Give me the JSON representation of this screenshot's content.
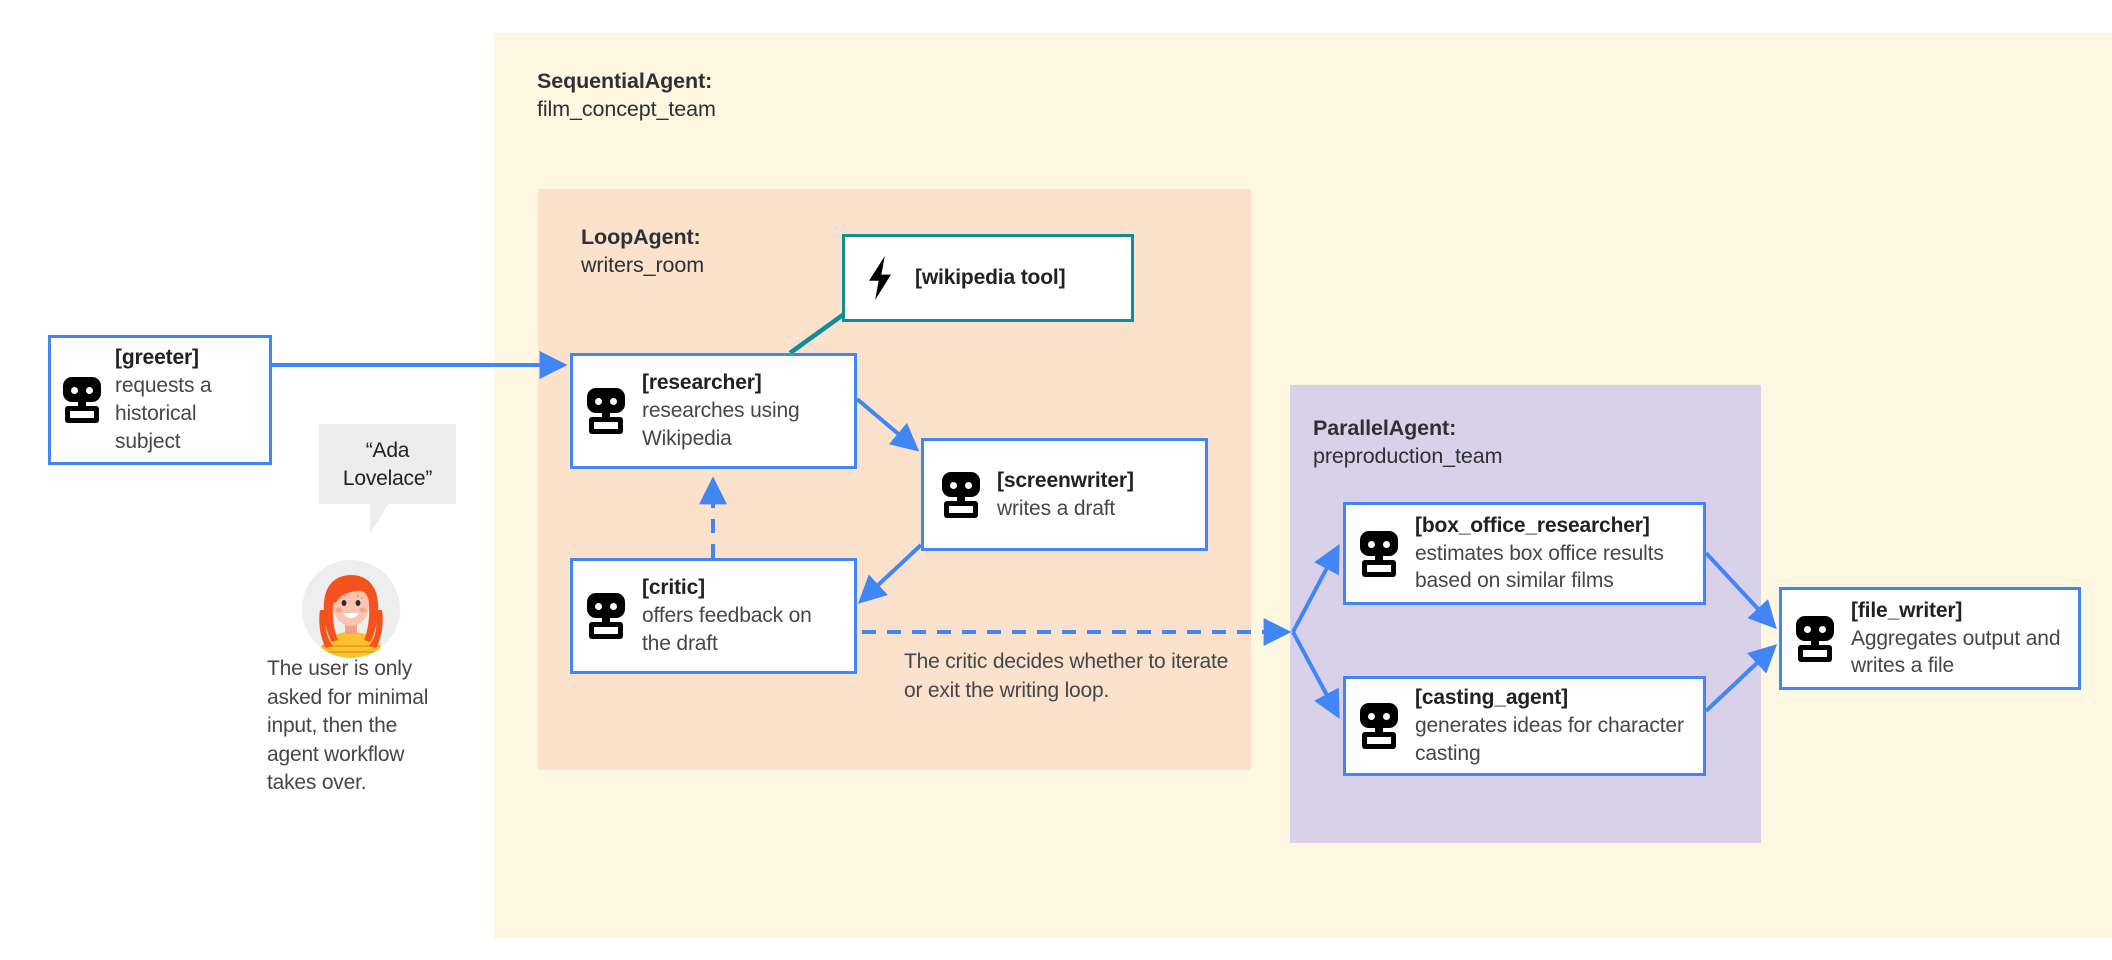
{
  "panels": {
    "sequential": {
      "type": "SequentialAgent:",
      "name": "film_concept_team",
      "color": "#fdf6e0"
    },
    "loop": {
      "type": "LoopAgent:",
      "name": "writers_room",
      "color": "#fbe2cd"
    },
    "parallel": {
      "type": "ParallelAgent:",
      "name": "preproduction_team",
      "color": "#d9d1e9"
    }
  },
  "nodes": {
    "greeter": {
      "name": "[greeter]",
      "desc": "requests a historical subject",
      "icon": "robot-icon",
      "border": "#4285f4"
    },
    "researcher": {
      "name": "[researcher]",
      "desc": "researches using Wikipedia",
      "icon": "robot-icon",
      "border": "#4285f4"
    },
    "wikipedia_tool": {
      "name": "[wikipedia tool]",
      "desc": "",
      "icon": "lightning-bolt-icon",
      "border": "#0e8e99"
    },
    "screenwriter": {
      "name": "[screenwriter]",
      "desc": "writes a draft",
      "icon": "robot-icon",
      "border": "#4285f4"
    },
    "critic": {
      "name": "[critic]",
      "desc": "offers feedback on the draft",
      "icon": "robot-icon",
      "border": "#4285f4"
    },
    "box_office": {
      "name": "[box_office_researcher]",
      "desc": "estimates box office results based on similar films",
      "icon": "robot-icon",
      "border": "#4285f4"
    },
    "casting": {
      "name": "[casting_agent]",
      "desc": "generates ideas for character casting",
      "icon": "robot-icon",
      "border": "#4285f4"
    },
    "file_writer": {
      "name": "[file_writer]",
      "desc": "Aggregates output and writes a file",
      "icon": "robot-icon",
      "border": "#4285f4"
    }
  },
  "annotations": {
    "bubble_text": "“Ada Lovelace”",
    "user_caption": "The user is only asked for minimal input, then the agent workflow takes over.",
    "loop_note": "The critic decides whether to iterate or exit the writing loop."
  },
  "colors": {
    "agent_blue": "#4285f4",
    "tool_teal": "#0e8e99",
    "bubble_gray": "#ededed",
    "text_dark": "#202124",
    "text_body": "#44474a"
  }
}
